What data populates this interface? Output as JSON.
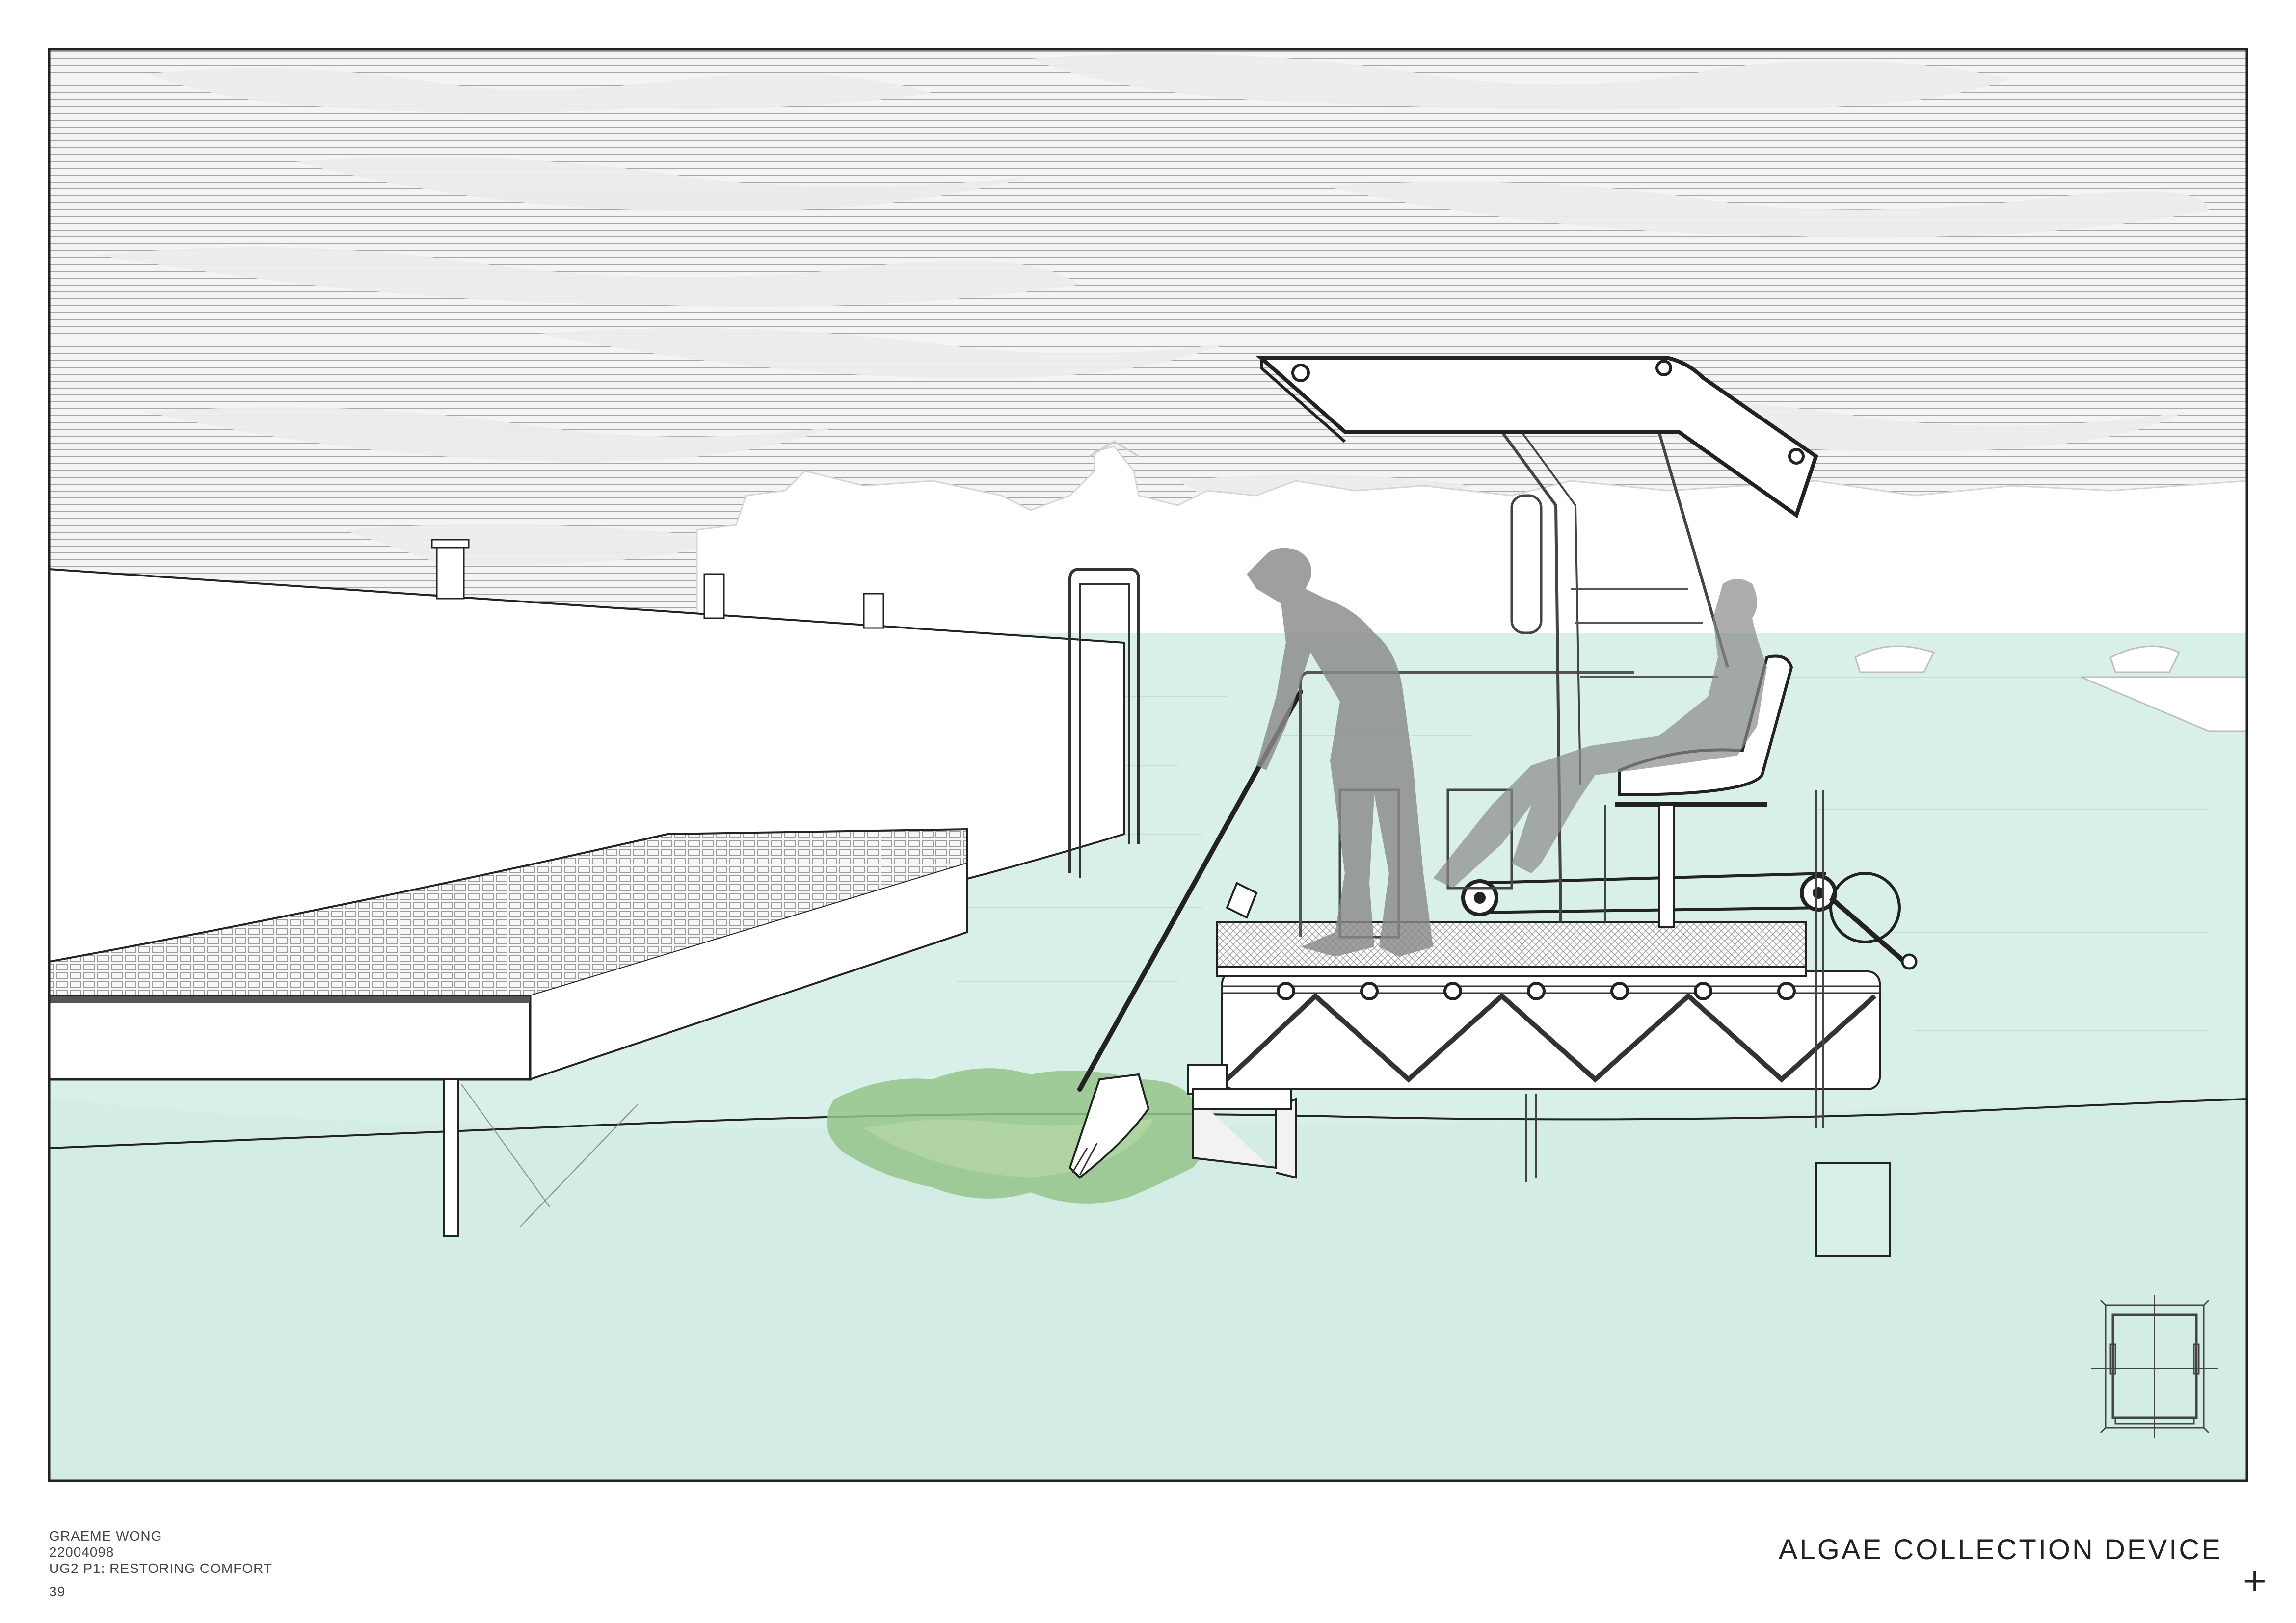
{
  "author": {
    "name": "GRAEME WONG",
    "student_id": "22004098",
    "project": "UG2 P1: RESTORING COMFORT",
    "page_number": "39"
  },
  "sheet_title": "ALGAE COLLECTION DEVICE",
  "corner_mark": "+",
  "colors": {
    "water": "#d8efea",
    "water_mid": "#cde9e2",
    "sky_hatch": "#a8a8a8",
    "clouds": "#efefef",
    "algae": "#8fc184",
    "algae_light": "#b6d6a4",
    "figure": "#8c8c8c",
    "frame": "#222222"
  },
  "icons": [
    "plus-icon"
  ]
}
